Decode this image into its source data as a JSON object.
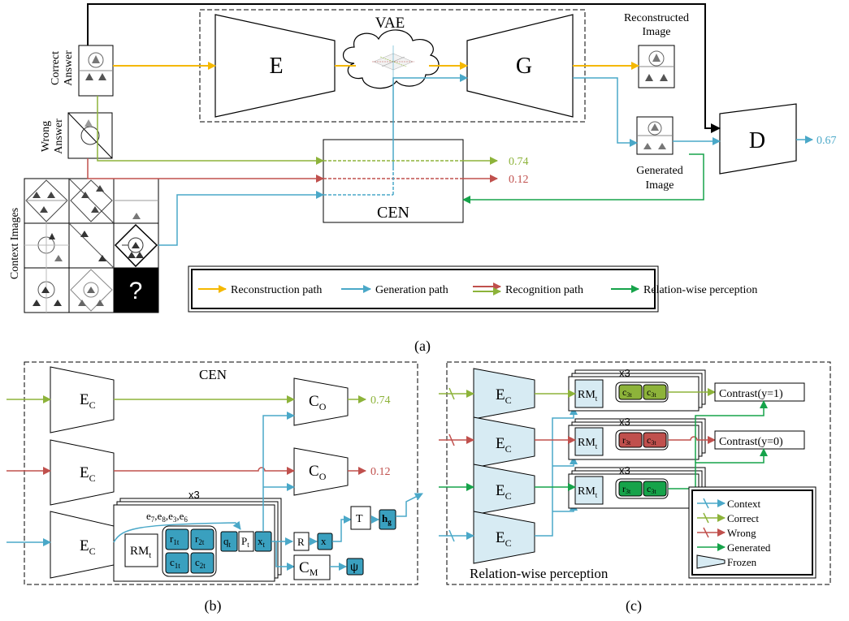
{
  "panel_a": {
    "label": "(a)",
    "vae_label": "VAE",
    "encoder": "E",
    "generator": "G",
    "discriminator": "D",
    "cen": "CEN",
    "correct_answer": [
      "Correct",
      "Answer"
    ],
    "wrong_answer": [
      "Wrong",
      "Answer"
    ],
    "context_images": "Context Images",
    "question_mark": "?",
    "reconstructed_image": [
      "Reconstructed",
      "Image"
    ],
    "generated_image": [
      "Generated",
      "Image"
    ],
    "score_correct": "0.74",
    "score_wrong": "0.12",
    "score_disc": "0.67",
    "legend": {
      "reconstruction": "Reconstruction path",
      "generation": "Generation path",
      "recognition": "Recognition path",
      "relation": "Relation-wise perception"
    }
  },
  "panel_b": {
    "label": "(b)",
    "title": "CEN",
    "ec": "E",
    "ec_sub": "C",
    "co": "C",
    "co_sub": "O",
    "score_top": "0.74",
    "score_bottom": "0.12",
    "x3": "x3",
    "edges": "e",
    "edges_subs": [
      "7",
      "8",
      "3",
      "6"
    ],
    "rm": "RM",
    "rm_sub": "t",
    "r1": "r",
    "r1_sub": "1t",
    "r2": "r",
    "r2_sub": "2t",
    "c1": "c",
    "c1_sub": "1t",
    "c2": "c",
    "c2_sub": "2t",
    "q": "q",
    "q_sub": "t",
    "p": "P",
    "p_sub": "t",
    "x": "x",
    "x_sub": "t",
    "r_box": "R",
    "x_box": "x",
    "t_box": "T",
    "h": "h",
    "h_sub": "g",
    "cm": "C",
    "cm_sub": "M",
    "psi": "ψ"
  },
  "panel_c": {
    "label": "(c)",
    "title": "Relation-wise perception",
    "ec": "E",
    "ec_sub": "C",
    "x3": "x3",
    "rm": "RM",
    "rm_sub": "t",
    "row1": [
      "c",
      "3t",
      "c",
      "3t"
    ],
    "row2": [
      "r",
      "3t",
      "c",
      "3t"
    ],
    "row3": [
      "r",
      "3t",
      "c",
      "3t"
    ],
    "contrast1": "Contrast(y=1)",
    "contrast0": "Contrast(y=0)",
    "legend": {
      "context": "Context",
      "correct": "Correct",
      "wrong": "Wrong",
      "generated": "Generated",
      "frozen": "Frozen"
    }
  },
  "colors": {
    "yellow": "#f5b800",
    "blue": "#4aa8c8",
    "green_light": "#8db33a",
    "red": "#c0504d",
    "green": "#16a34a",
    "teal_fill": "#3aa0bf",
    "frozen_fill": "#d7ebf3"
  }
}
